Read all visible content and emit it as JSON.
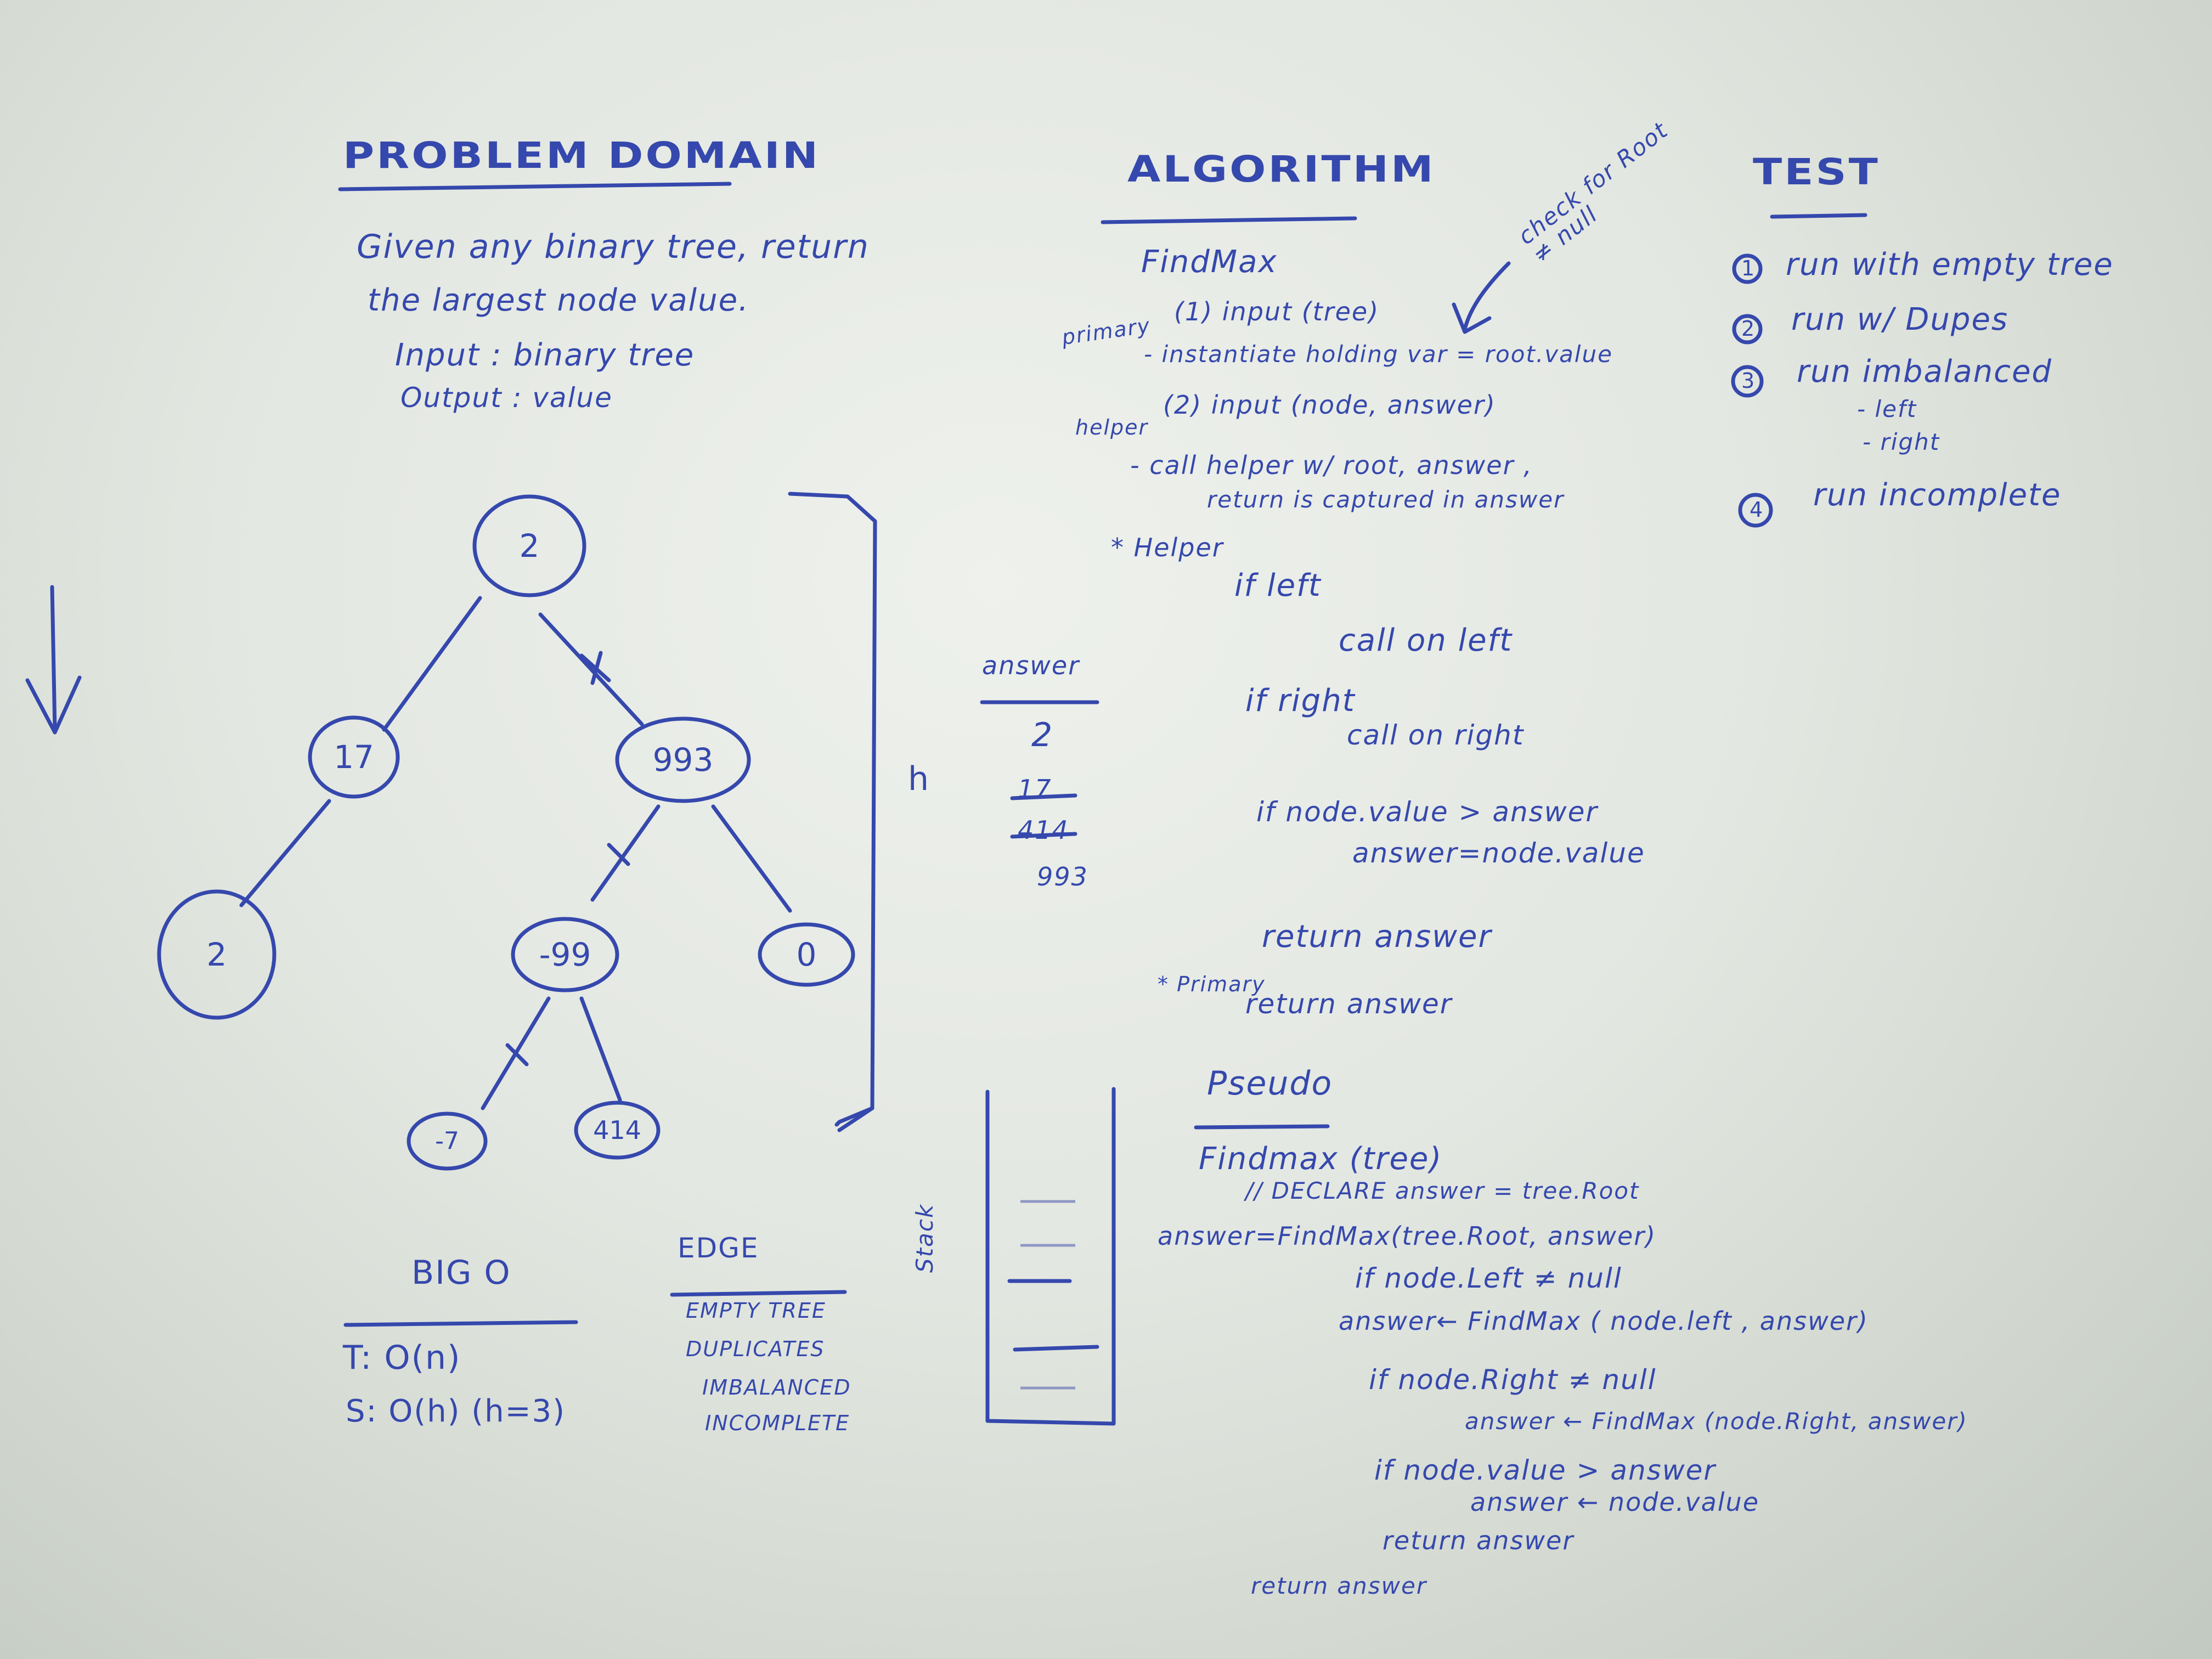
{
  "problem_domain": {
    "title": "PROBLEM DOMAIN",
    "line1": "Given any binary tree, return",
    "line2": "the largest node value.",
    "input": "Input : binary tree",
    "output": "Output : value"
  },
  "tree": {
    "nodes": [
      "2",
      "17",
      "993",
      "2",
      "-99",
      "0",
      "-7",
      "414"
    ],
    "height_label": "h"
  },
  "big_o": {
    "title": "BIG O",
    "time": "T: O(n)",
    "space": "S: O(h) (h=3)"
  },
  "edge": {
    "title": "EDGE",
    "items": [
      "EMPTY TREE",
      "DUPLICATES",
      "IMBALANCED",
      "INCOMPLETE"
    ]
  },
  "answer_column": {
    "title": "answer",
    "values": [
      "2",
      "17",
      "414",
      "993"
    ]
  },
  "stack": {
    "label": "Stack"
  },
  "algorithm": {
    "title": "ALGORITHM",
    "func": "FindMax",
    "check_note": "check for Root ≠ null",
    "primary_label": "primary",
    "primary_line1": "(1) input (tree)",
    "primary_line2": "- instantiate holding var = root.value",
    "helper_label": "helper",
    "helper_line1": "(2) input (node, answer)",
    "call_line1": "- call helper w/ root, answer ,",
    "call_line2": "return is captured in answer",
    "helper_title": "* Helper",
    "steps": [
      "if left",
      "call on left",
      "if right",
      "call on right",
      "if node.value > answer",
      "answer=node.value",
      "return answer"
    ],
    "primary_return_label": "* Primary",
    "primary_return": "return answer"
  },
  "test": {
    "title": "TEST",
    "items": [
      "run with empty tree",
      "run w/ Dupes",
      "run imbalanced",
      "- left",
      "- right",
      "run incomplete"
    ],
    "numbers": [
      "1",
      "2",
      "3",
      "4"
    ]
  },
  "pseudo": {
    "title": "Pseudo",
    "lines": [
      "Findmax (tree)",
      "// DECLARE answer = tree.Root",
      "answer=FindMax(tree.Root, answer)",
      "if node.Left ≠ null",
      "answer← FindMax ( node.left , answer)",
      "if node.Right ≠ null",
      "answer ← FindMax (node.Right, answer)",
      "if node.value > answer",
      "answer ← node.value",
      "return answer",
      "return answer"
    ]
  }
}
